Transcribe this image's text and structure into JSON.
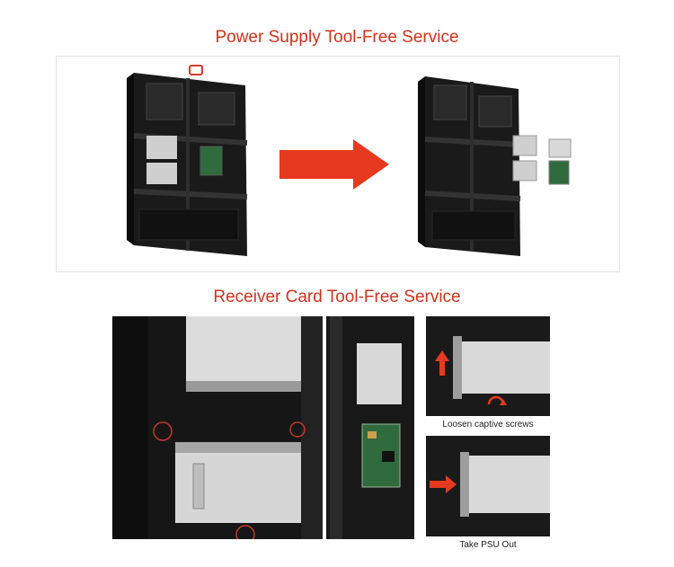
{
  "section_power": {
    "title": "Power Supply Tool-Free Service"
  },
  "section_receiver": {
    "title": "Receiver Card Tool-Free Service",
    "captions": [
      "Loosen captive screws",
      "Take PSU Out"
    ]
  },
  "colors": {
    "title_red": "#d4311c",
    "arrow_red": "#e53a1f",
    "cabinet": "#161616",
    "psu_silver": "#d9d9d9",
    "board_green": "#2f6b3c"
  },
  "icons": [
    "arrow-right-icon",
    "arrow-up-icon",
    "rotate-icon"
  ]
}
